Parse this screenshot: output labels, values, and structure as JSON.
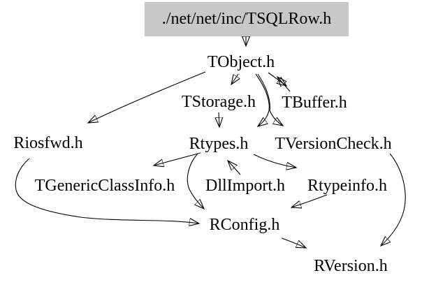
{
  "graph": {
    "title_node": {
      "label": "./net/net/inc/TSQLRow.h"
    },
    "nodes": [
      {
        "label": "TObject.h"
      },
      {
        "label": "TStorage.h"
      },
      {
        "label": "TBuffer.h"
      },
      {
        "label": "Riosfwd.h"
      },
      {
        "label": "Rtypes.h"
      },
      {
        "label": "TVersionCheck.h"
      },
      {
        "label": "TGenericClassInfo.h"
      },
      {
        "label": "DllImport.h"
      },
      {
        "label": "Rtypeinfo.h"
      },
      {
        "label": "RConfig.h"
      },
      {
        "label": "RVersion.h"
      }
    ],
    "edges": [
      {
        "from": "./net/net/inc/TSQLRow.h",
        "to": "TObject.h"
      },
      {
        "from": "TObject.h",
        "to": "Riosfwd.h"
      },
      {
        "from": "TObject.h",
        "to": "TStorage.h"
      },
      {
        "from": "TObject.h",
        "to": "TBuffer.h"
      },
      {
        "from": "TBuffer.h",
        "to": "TObject.h"
      },
      {
        "from": "TObject.h",
        "to": "Rtypes.h"
      },
      {
        "from": "TObject.h",
        "to": "TVersionCheck.h"
      },
      {
        "from": "TStorage.h",
        "to": "Rtypes.h"
      },
      {
        "from": "Rtypes.h",
        "to": "TGenericClassInfo.h"
      },
      {
        "from": "DllImport.h",
        "to": "Rtypes.h"
      },
      {
        "from": "Rtypes.h",
        "to": "Rtypeinfo.h"
      },
      {
        "from": "Rtypes.h",
        "to": "RConfig.h"
      },
      {
        "from": "Riosfwd.h",
        "to": "RConfig.h"
      },
      {
        "from": "Rtypeinfo.h",
        "to": "RConfig.h"
      },
      {
        "from": "RConfig.h",
        "to": "RVersion.h"
      },
      {
        "from": "TVersionCheck.h",
        "to": "RVersion.h"
      }
    ],
    "colors": {
      "background": "#ffffff",
      "text": "#000000",
      "edge": "#000000",
      "title_fill": "#c8c8c8"
    }
  }
}
